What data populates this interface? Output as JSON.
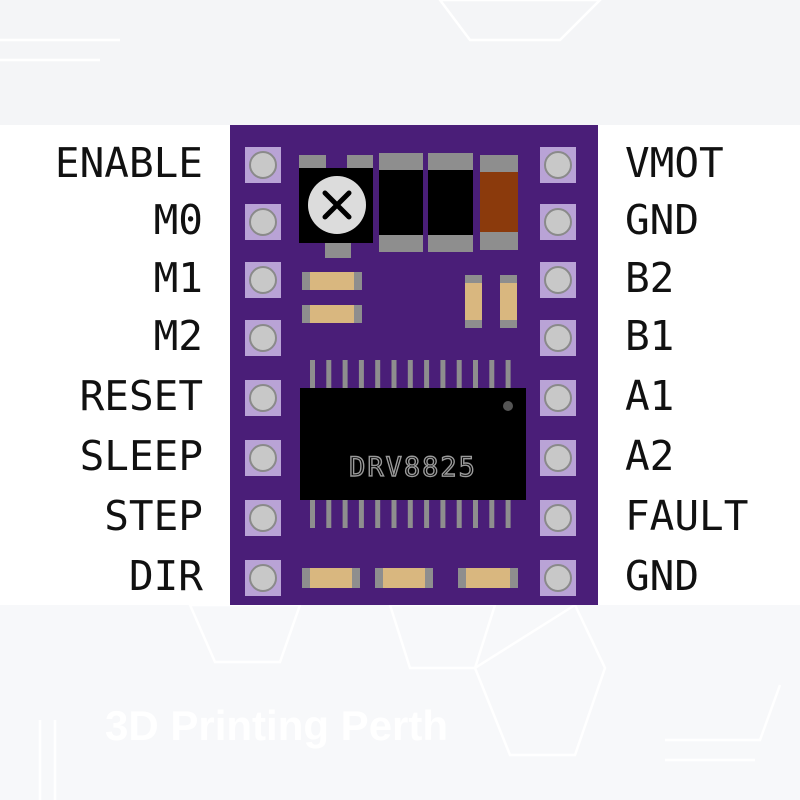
{
  "title": "DRV8825 Pinout",
  "chip_label": "DRV8825",
  "left_pins": [
    "ENABLE",
    "M0",
    "M1",
    "M2",
    "RESET",
    "SLEEP",
    "STEP",
    "DIR"
  ],
  "right_pins": [
    "VMOT",
    "GND",
    "B2",
    "B1",
    "A1",
    "A2",
    "FAULT",
    "GND"
  ],
  "watermark": "3D Printing Perth",
  "colors": {
    "board": "#4a1e78",
    "pad": "#b9a3d6",
    "pin": "#c8c8c8",
    "resistor": "#d9b77f",
    "cap": "#8b3a0c"
  }
}
